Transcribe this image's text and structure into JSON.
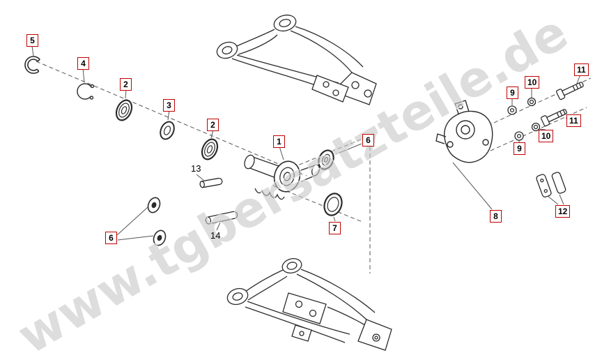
{
  "watermark": {
    "text": "www.tgbersatzteile.de"
  },
  "colors": {
    "callout_border": "#c00000",
    "line_art": "#2b2b2b",
    "dashed_axis": "#555555",
    "watermark": "#c6c6c6"
  },
  "callouts": [
    {
      "label": "5",
      "boxed": true,
      "part": "circlip"
    },
    {
      "label": "4",
      "boxed": true,
      "part": "snap-ring"
    },
    {
      "label": "2",
      "boxed": true,
      "part": "bearing"
    },
    {
      "label": "3",
      "boxed": true,
      "part": "seal"
    },
    {
      "label": "2",
      "boxed": true,
      "part": "bearing"
    },
    {
      "label": "1",
      "boxed": true,
      "part": "pivot-housing"
    },
    {
      "label": "6",
      "boxed": true,
      "part": "bearing"
    },
    {
      "label": "13",
      "boxed": false,
      "part": "pin"
    },
    {
      "label": "6",
      "boxed": true,
      "part": "washers"
    },
    {
      "label": "14",
      "boxed": false,
      "part": "rod"
    },
    {
      "label": "7",
      "boxed": true,
      "part": "seal-ring"
    },
    {
      "label": "9",
      "boxed": true,
      "part": "washer"
    },
    {
      "label": "10",
      "boxed": true,
      "part": "nut"
    },
    {
      "label": "11",
      "boxed": true,
      "part": "bolt"
    },
    {
      "label": "11",
      "boxed": true,
      "part": "bolt"
    },
    {
      "label": "10",
      "boxed": true,
      "part": "nut"
    },
    {
      "label": "9",
      "boxed": true,
      "part": "washer"
    },
    {
      "label": "8",
      "boxed": true,
      "part": "bracket"
    },
    {
      "label": "12",
      "boxed": true,
      "part": "pads"
    }
  ]
}
